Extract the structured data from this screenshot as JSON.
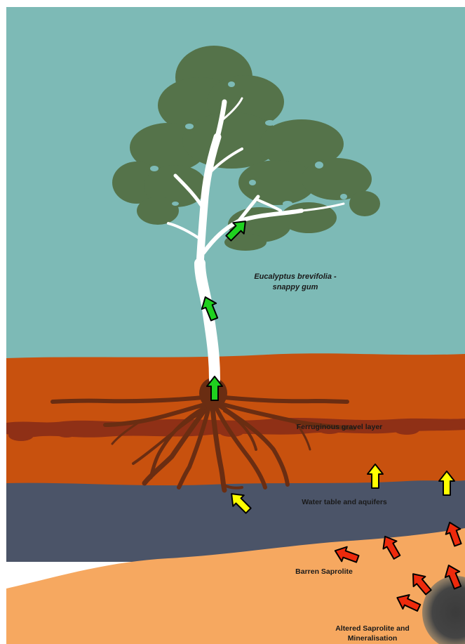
{
  "labels": {
    "species_line1": "Eucalyptus brevifolia -",
    "species_line2": "snappy gum",
    "gravel": "Ferruginous gravel layer",
    "water": "Water table and aquifers",
    "barren": "Barren Saprolite",
    "altered_line1": "Altered Saprolite and",
    "altered_line2": "Mineralisation"
  },
  "colors": {
    "sky": "#7dbab6",
    "foliage": "#55734a",
    "trunk": "#ffffff",
    "upper_soil": "#c8510e",
    "gravel": "#8f3016",
    "water_table": "#4b5468",
    "saprolite": "#f6a860",
    "ore_body": "#3b3b3b",
    "roots": "#6a2d12",
    "arrow_green": "#1fd11f",
    "arrow_yellow": "#ffff00",
    "arrow_red": "#ee2a0c"
  }
}
